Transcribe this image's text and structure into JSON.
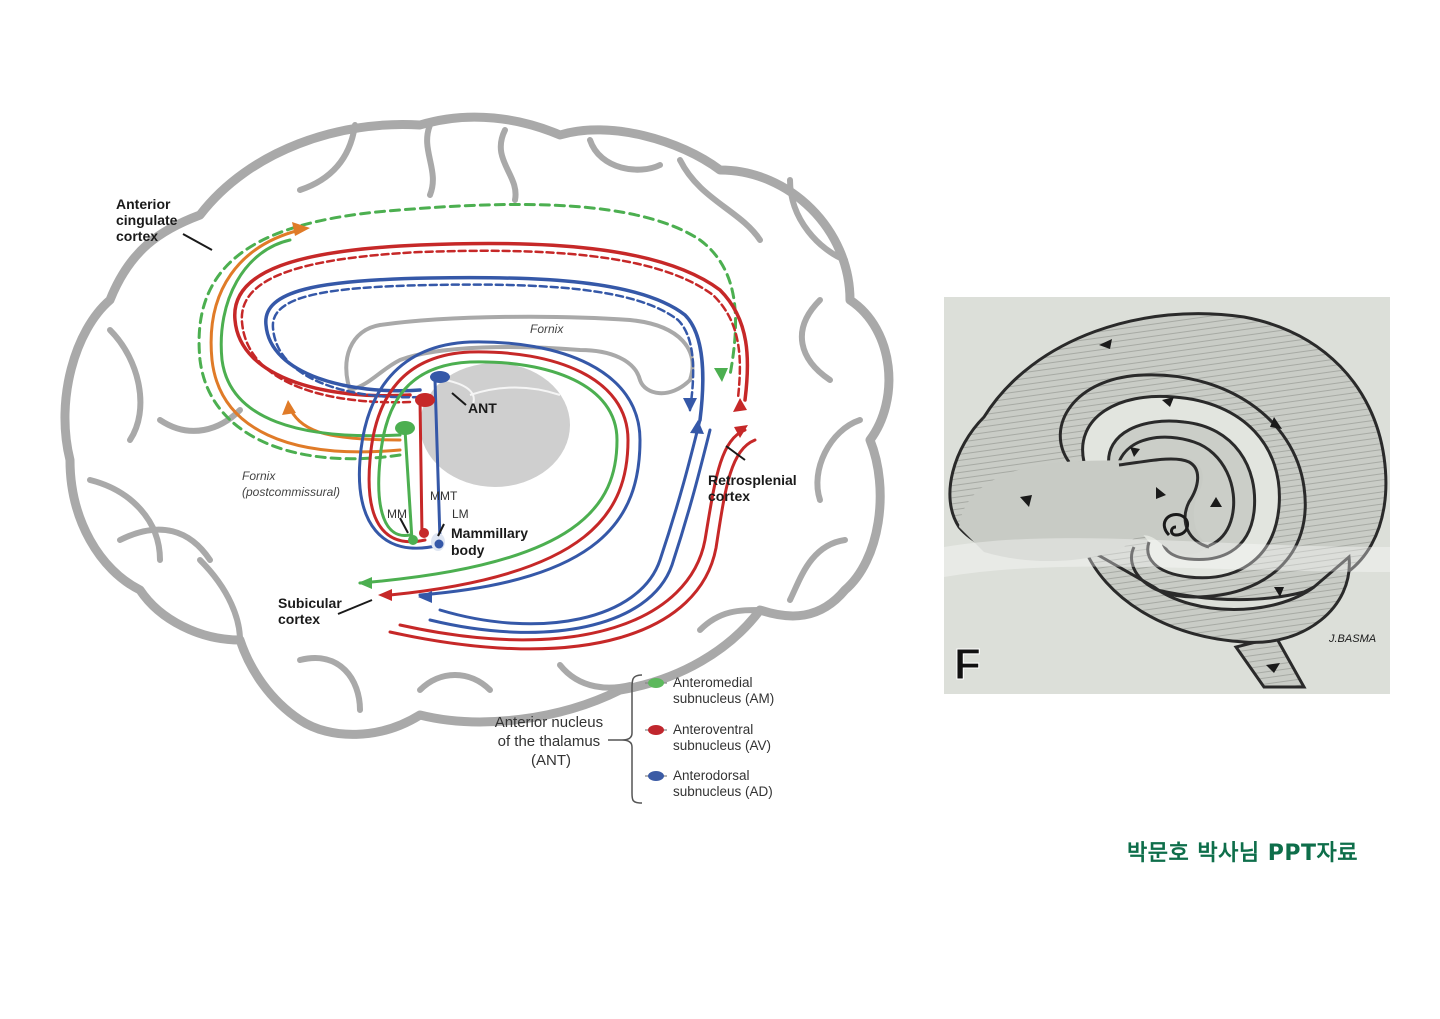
{
  "slide": {
    "caption": "박문호 박사님 PPT자료"
  },
  "brain_diagram": {
    "labels": {
      "anterior_cingulate": [
        "Anterior",
        "cingulate",
        "cortex"
      ],
      "fornix_top": "Fornix",
      "ant": "ANT",
      "fornix_post": [
        "Fornix",
        "(postcommissural)"
      ],
      "mmt": "MMT",
      "lm": "LM",
      "mm": "MM",
      "mammillary": [
        "Mammillary",
        "body"
      ],
      "retrosplenial": [
        "Retrosplenial",
        "cortex"
      ],
      "subicular": [
        "Subicular",
        "cortex"
      ]
    },
    "legend": {
      "group_label": [
        "Anterior nucleus",
        "of the thalamus",
        "(ANT)"
      ],
      "items": [
        {
          "line1": "Anteromedial",
          "line2": "subnucleus (AM)",
          "color": "#5cb85c"
        },
        {
          "line1": "Anteroventral",
          "line2": "subnucleus (AV)",
          "color": "#c0262d"
        },
        {
          "line1": "Anterodorsal",
          "line2": "subnucleus (AD)",
          "color": "#3b5ba5"
        }
      ]
    },
    "colors": {
      "am": "#4caf50",
      "av": "#c62828",
      "ad": "#3558a8",
      "orange": "#e07b28",
      "brain_outline": "#a9a9a9"
    }
  },
  "sketch_panel": {
    "panel_letter": "F",
    "signature": "J.BASMA"
  }
}
